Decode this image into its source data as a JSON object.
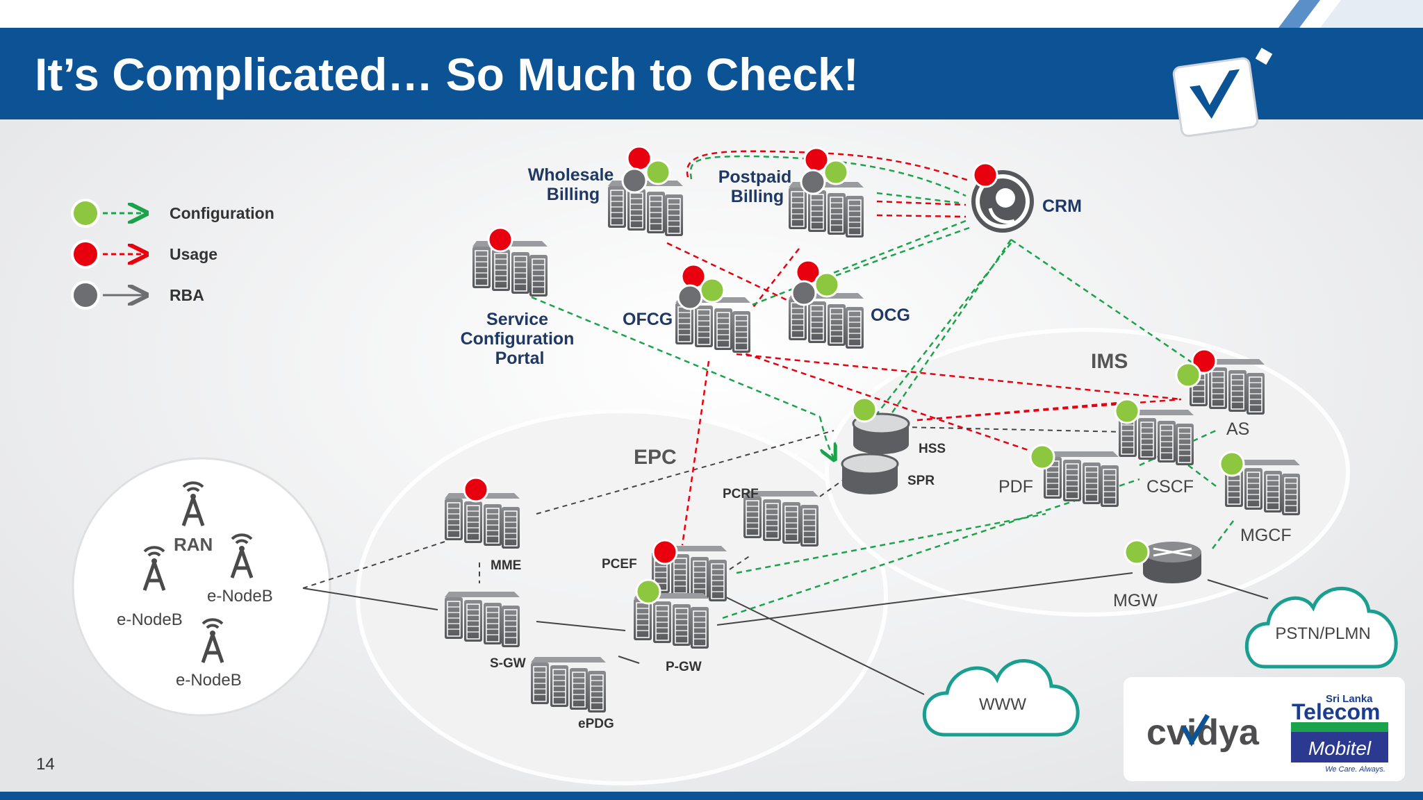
{
  "slide": {
    "title": "It’s Complicated… So Much to Check!",
    "page_number": "14"
  },
  "legend": {
    "items": [
      {
        "label": "Configuration",
        "color": "#8dc63f",
        "line_color": "#1aa34a",
        "style": "dashed"
      },
      {
        "label": "Usage",
        "color": "#e8000e",
        "line_color": "#e8000e",
        "style": "dashed"
      },
      {
        "label": "RBA",
        "color": "#6d6e71",
        "line_color": "#6d6e71",
        "style": "solid"
      }
    ]
  },
  "regions": {
    "ran": "RAN",
    "epc": "EPC",
    "ims": "IMS"
  },
  "nodes": {
    "wholesale_billing": "Wholesale Billing",
    "postpaid_billing": "Postpaid Billing",
    "crm": "CRM",
    "service_config_portal": "Service Configuration Portal",
    "ofcg": "OFCG",
    "ocg": "OCG",
    "hss": "HSS",
    "spr": "SPR",
    "as": "AS",
    "pdf": "PDF",
    "cscf": "CSCF",
    "mgcf": "MGCF",
    "mgw": "MGW",
    "mme": "MME",
    "pcrf": "PCRF",
    "pcef": "PCEF",
    "sgw": "S-GW",
    "pgw": "P-GW",
    "epdg": "ePDG",
    "enodeb": "e-NodeB"
  },
  "clouds": {
    "pstn": "PSTN/PLMN",
    "www": "WWW"
  },
  "logos": {
    "cvidya": "cvidya",
    "slt_top": "Sri Lanka",
    "slt_main": "Telecom",
    "mobitel": "Mobitel",
    "tagline": "We Care. Always."
  },
  "colors": {
    "header_blue": "#0b5394",
    "title_text": "#ffffff",
    "node_label": "#1f3864",
    "config_green": "#1aa34a",
    "usage_red": "#e8000e",
    "rba_gray": "#6d6e71",
    "cloud_teal": "#1a9e8f"
  }
}
